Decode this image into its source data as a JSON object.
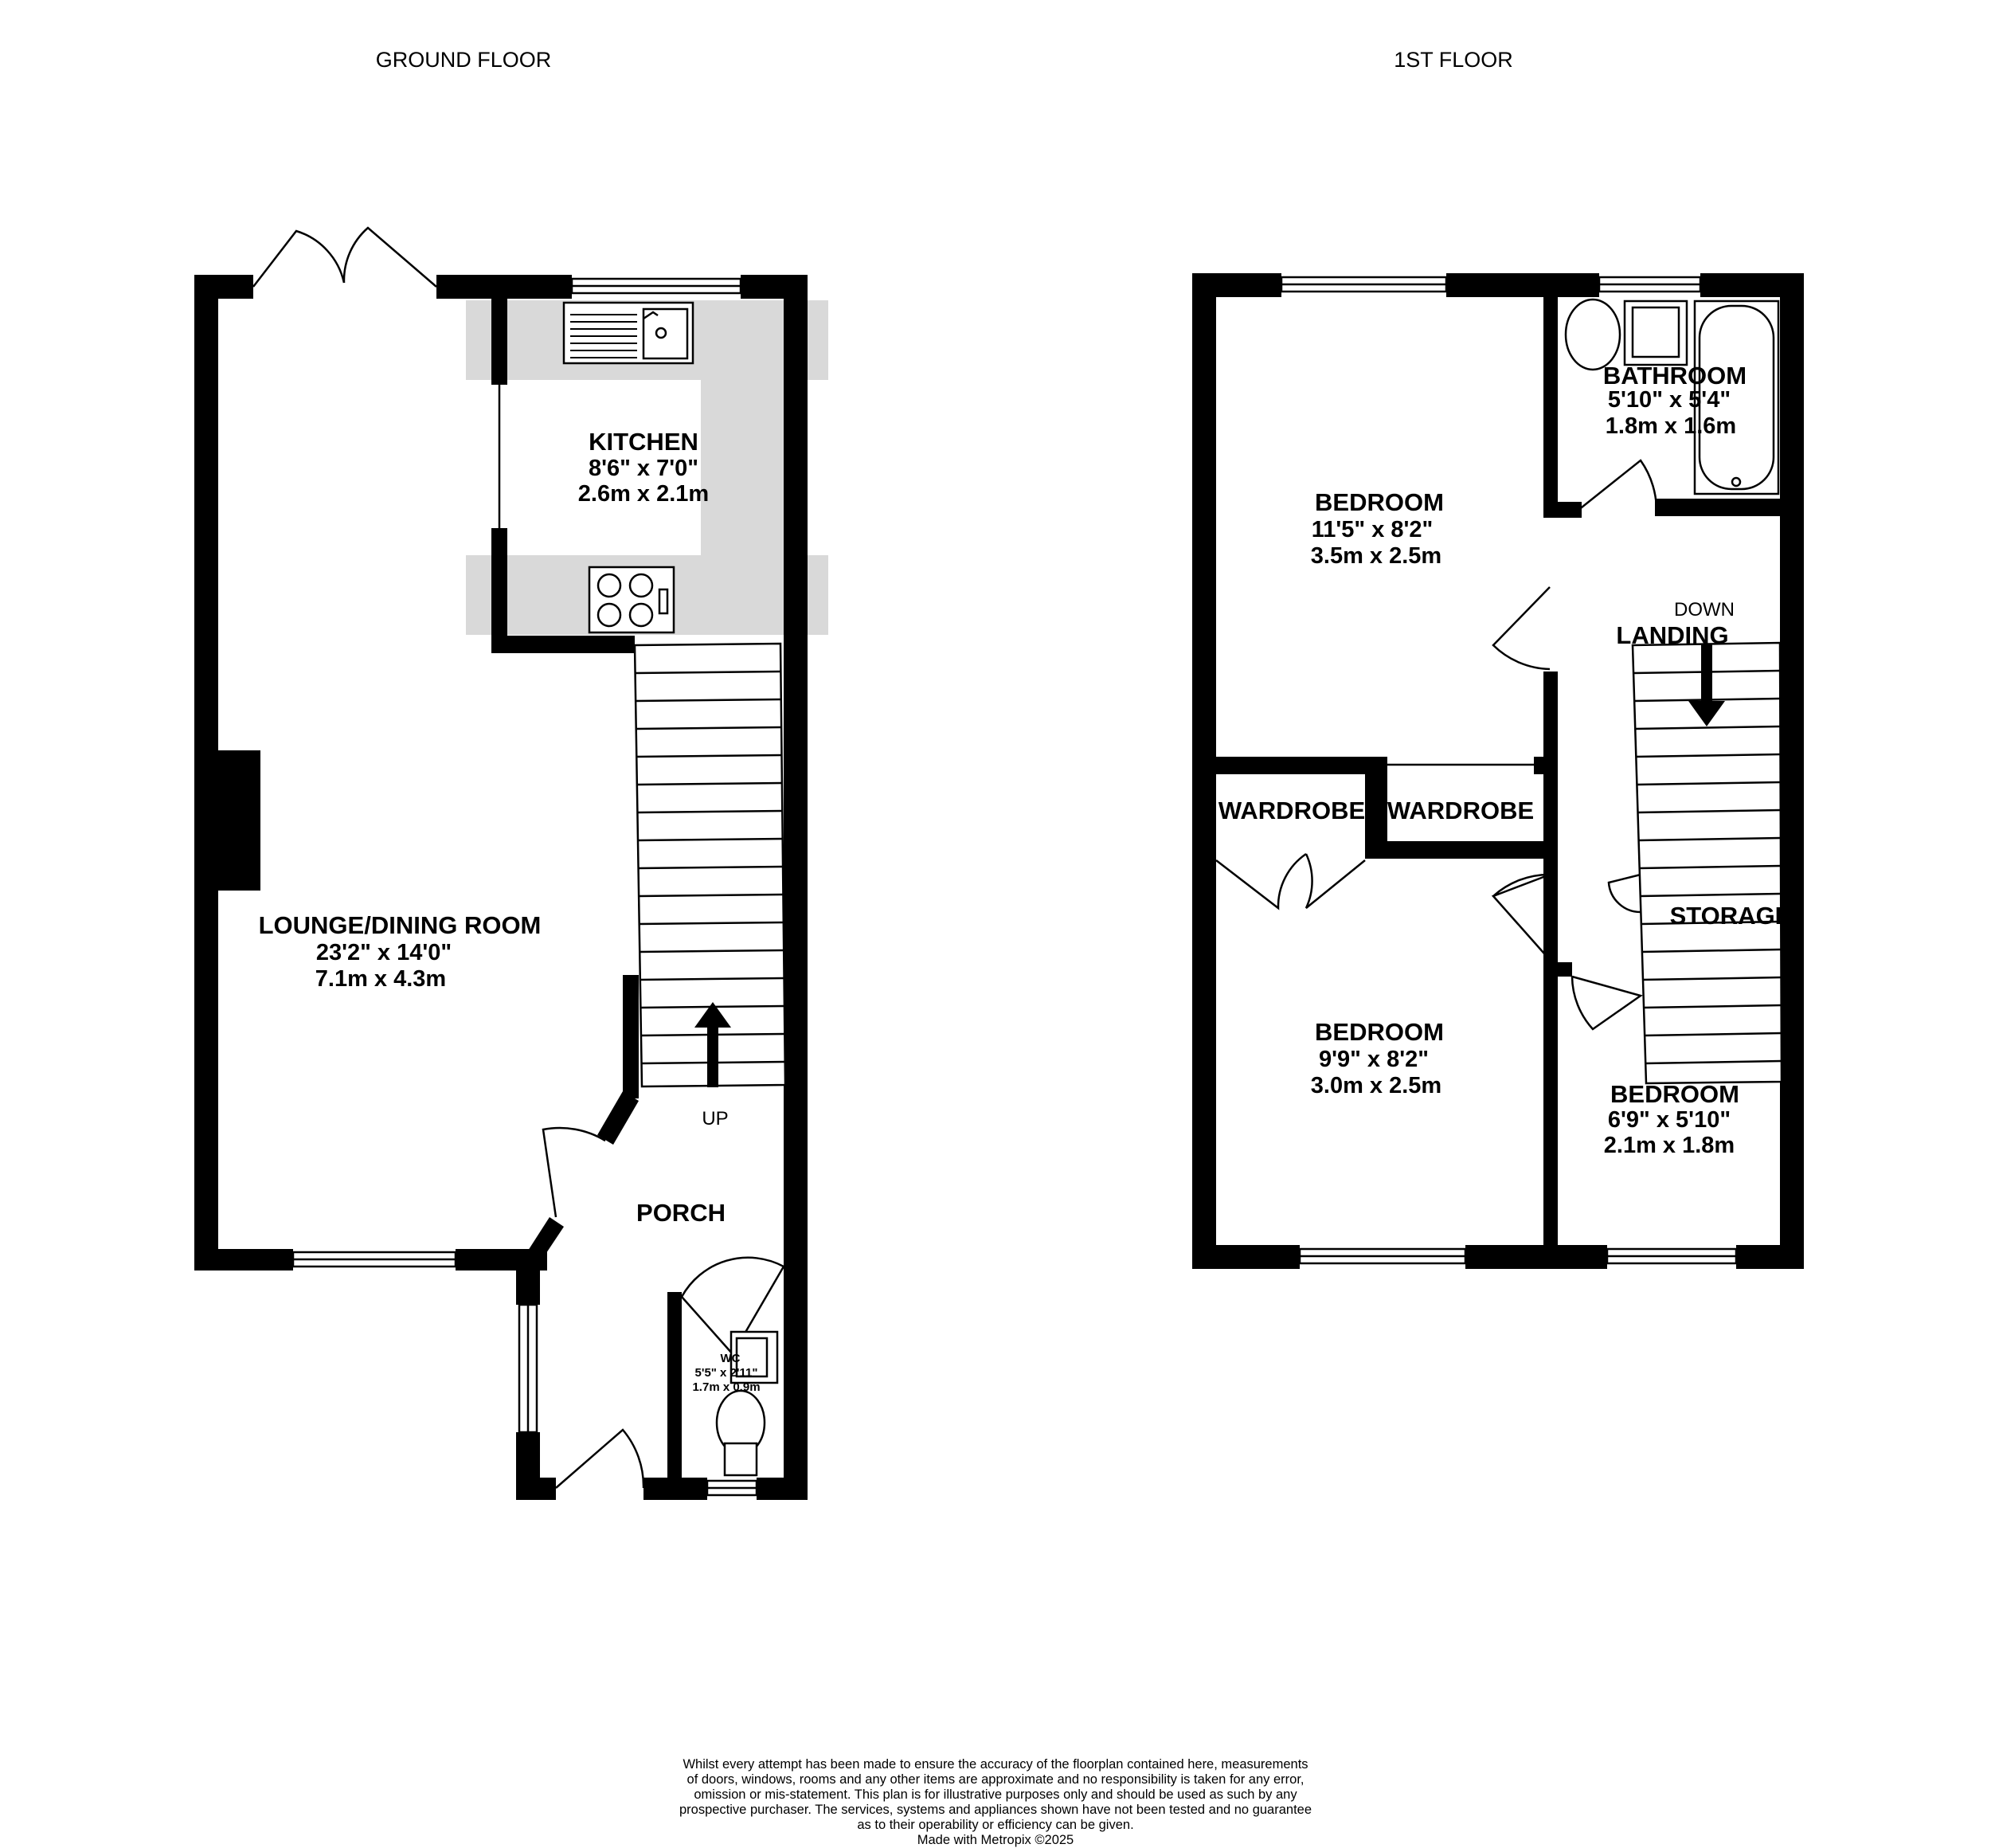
{
  "floors": {
    "ground": {
      "title": "GROUND FLOOR",
      "rooms": {
        "kitchen": {
          "name": "KITCHEN",
          "dim_imperial": "8'6\"  x 7'0\"",
          "dim_metric": "2.6m  x 2.1m"
        },
        "lounge": {
          "name": "LOUNGE/DINING ROOM",
          "dim_imperial": "23'2\"  x 14'0\"",
          "dim_metric": "7.1m  x 4.3m"
        },
        "porch": {
          "name": "PORCH"
        },
        "wc": {
          "name": "WC",
          "dim_imperial": "5'5\"  x 2'11\"",
          "dim_metric": "1.7m  x 0.9m"
        }
      },
      "stairs_label": "UP"
    },
    "first": {
      "title": "1ST FLOOR",
      "rooms": {
        "bathroom": {
          "name": "BATHROOM",
          "dim_imperial": "5'10\"  x 5'4\"",
          "dim_metric": "1.8m  x 1.6m"
        },
        "bedroom1": {
          "name": "BEDROOM",
          "dim_imperial": "11'5\"  x 8'2\"",
          "dim_metric": "3.5m  x 2.5m"
        },
        "bedroom2": {
          "name": "BEDROOM",
          "dim_imperial": "9'9\"  x 8'2\"",
          "dim_metric": "3.0m  x 2.5m"
        },
        "bedroom3": {
          "name": "BEDROOM",
          "dim_imperial": "6'9\"  x 5'10\"",
          "dim_metric": "2.1m  x 1.8m"
        },
        "landing": {
          "name": "LANDING"
        },
        "wardrobe1": {
          "name": "WARDROBE"
        },
        "wardrobe2": {
          "name": "WARDROBE"
        },
        "storage": {
          "name": "STORAGE"
        }
      },
      "stairs_label": "DOWN"
    }
  },
  "disclaimer": [
    "Whilst every attempt has been made to ensure the accuracy of the floorplan contained here, measurements",
    "of doors, windows, rooms and any other items are approximate and no responsibility is taken for any error,",
    "omission or mis-statement. This plan is for illustrative purposes only and should be used as such by any",
    "prospective purchaser. The services, systems and appliances shown have not been tested and no guarantee",
    "as to their operability or efficiency can be given.",
    "Made with Metropix ©2025"
  ]
}
